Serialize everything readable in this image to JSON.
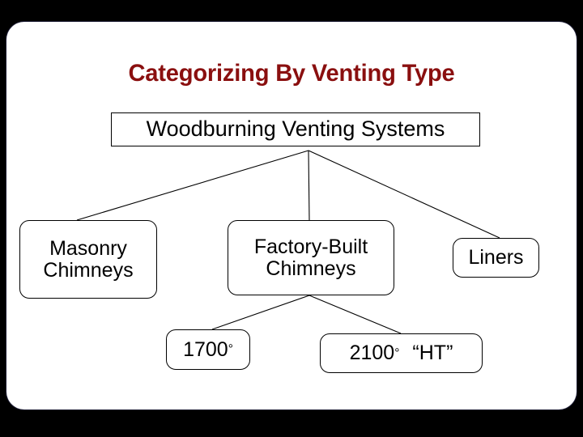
{
  "slide": {
    "title": "Categorizing By Venting Type",
    "background_color": "#000000",
    "panel_color": "#ffffff",
    "title_color": "#8a0f0f",
    "node_border_color": "#000000",
    "connector_color": "#000000"
  },
  "diagram": {
    "type": "tree",
    "root": {
      "id": "woodburning-venting-systems",
      "label": "Woodburning Venting Systems"
    },
    "level2": [
      {
        "id": "masonry-chimneys",
        "label": "Masonry\nChimneys"
      },
      {
        "id": "factory-built-chimneys",
        "label": "Factory-Built\nChimneys"
      },
      {
        "id": "liners",
        "label": "Liners"
      }
    ],
    "level3": [
      {
        "id": "temp-1700",
        "value": "1700",
        "degree": "°",
        "suffix": ""
      },
      {
        "id": "temp-2100",
        "value": "2100",
        "degree": "°",
        "suffix": "“HT”"
      }
    ],
    "edges": [
      {
        "from": "woodburning-venting-systems",
        "to": "masonry-chimneys"
      },
      {
        "from": "woodburning-venting-systems",
        "to": "factory-built-chimneys"
      },
      {
        "from": "woodburning-venting-systems",
        "to": "liners"
      },
      {
        "from": "factory-built-chimneys",
        "to": "temp-1700"
      },
      {
        "from": "factory-built-chimneys",
        "to": "temp-2100"
      }
    ]
  }
}
